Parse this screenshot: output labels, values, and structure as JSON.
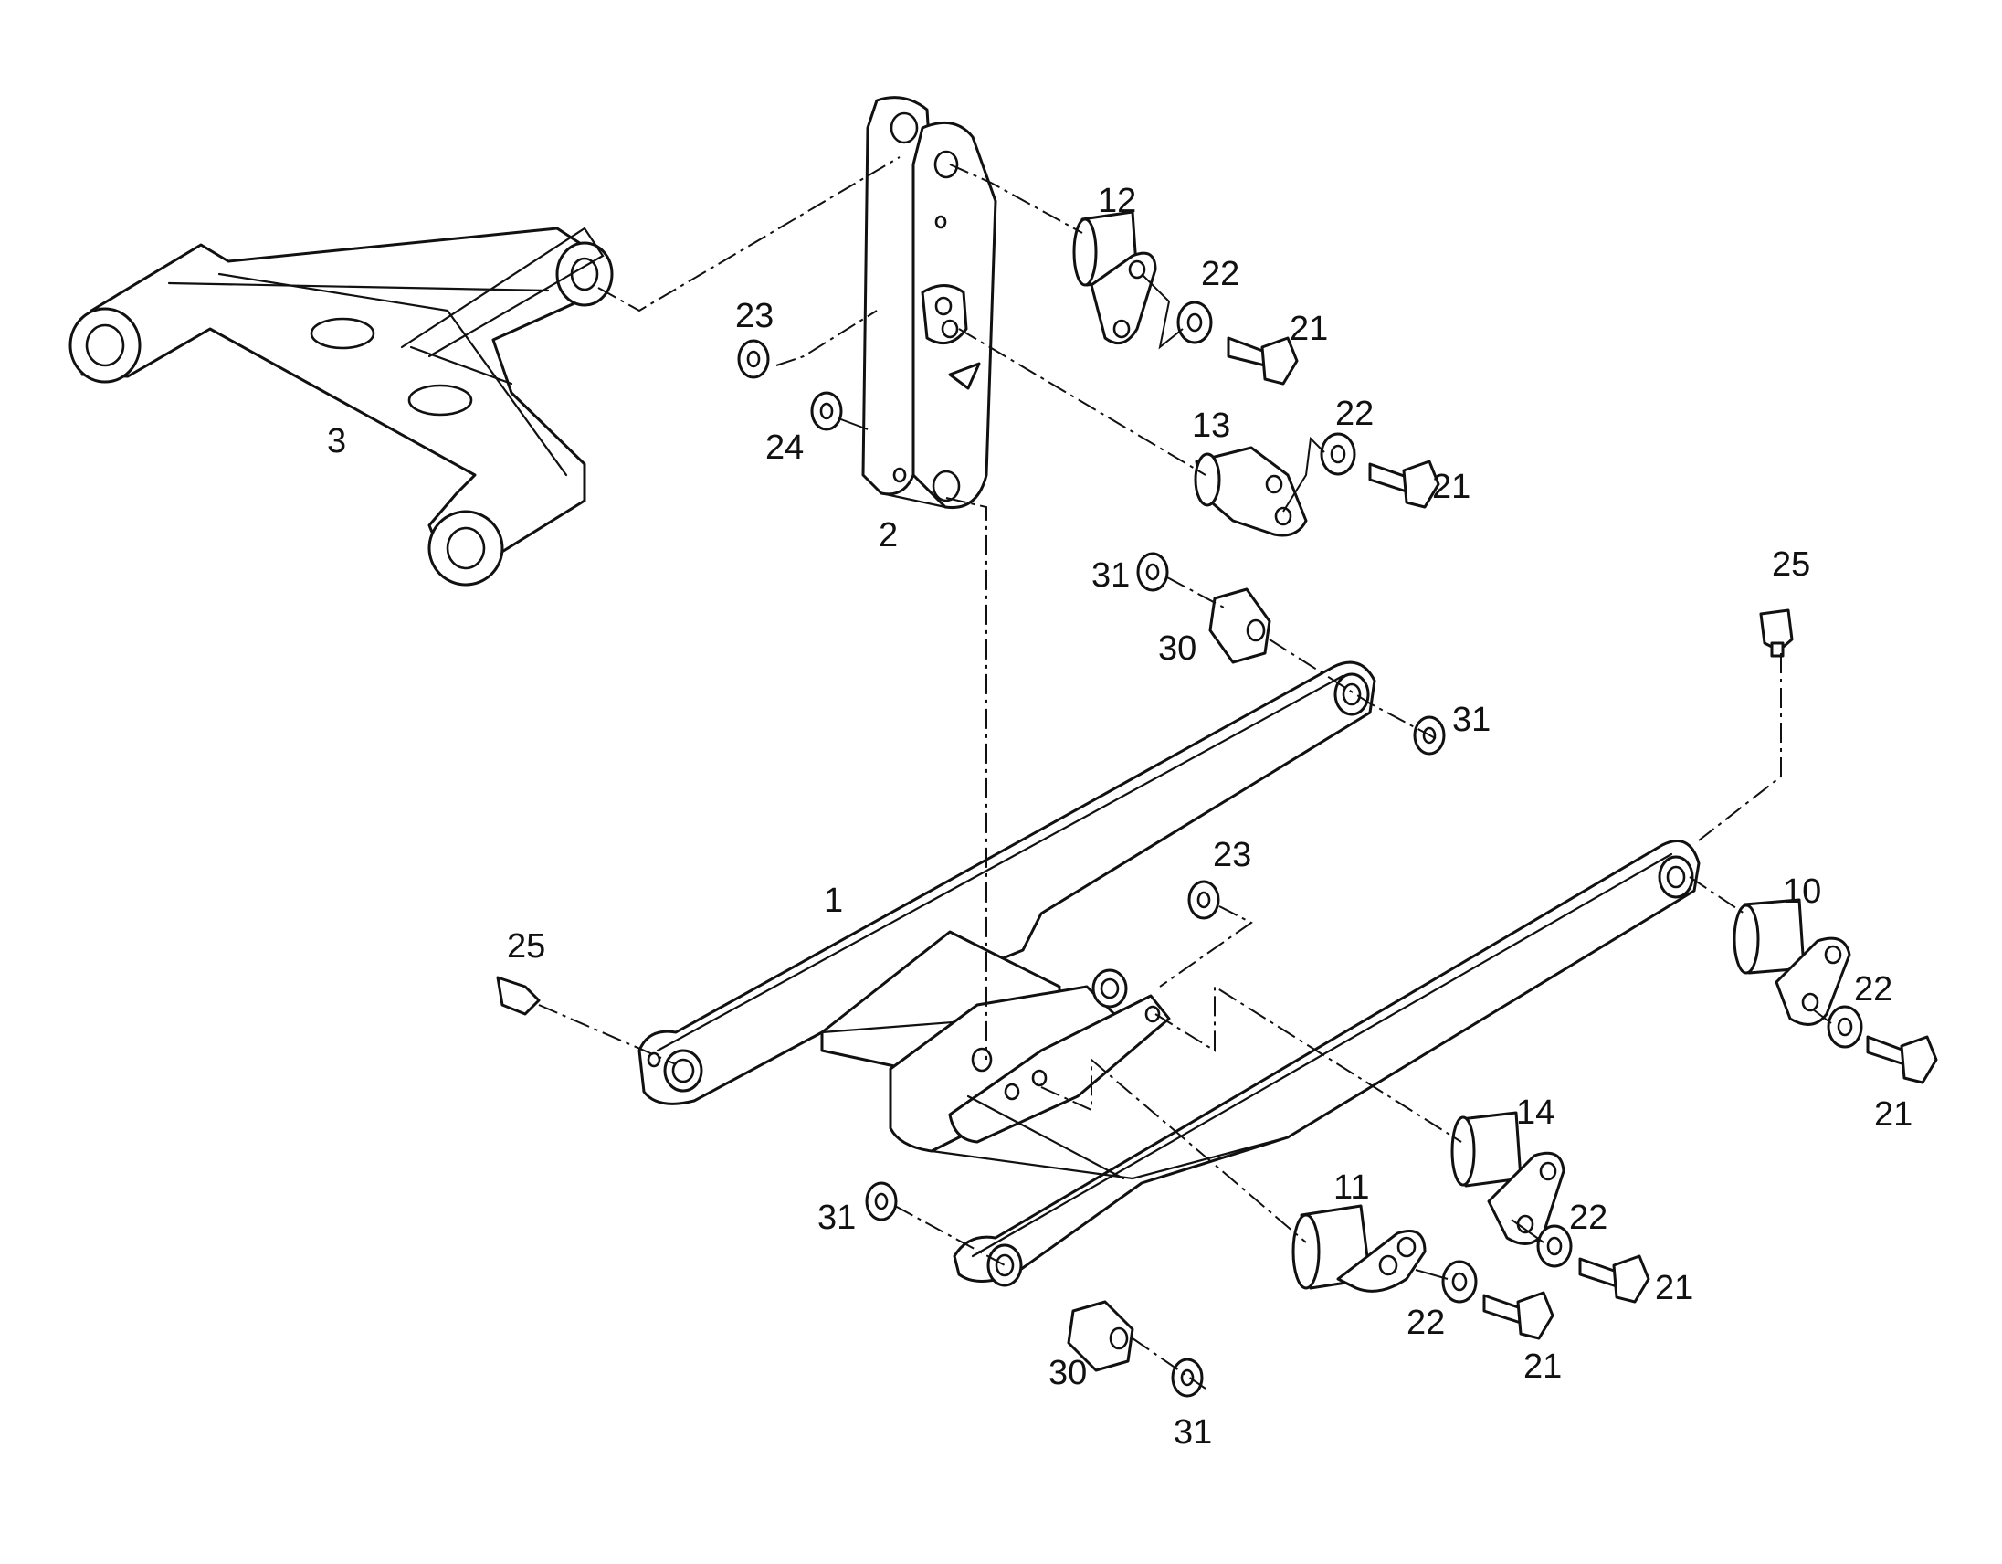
{
  "callouts": [
    {
      "id": "c1",
      "text": "1"
    },
    {
      "id": "c2",
      "text": "2"
    },
    {
      "id": "c3",
      "text": "3"
    },
    {
      "id": "c10",
      "text": "10"
    },
    {
      "id": "c11",
      "text": "11"
    },
    {
      "id": "c12",
      "text": "12"
    },
    {
      "id": "c13",
      "text": "13"
    },
    {
      "id": "c14",
      "text": "14"
    },
    {
      "id": "c21a",
      "text": "21"
    },
    {
      "id": "c21b",
      "text": "21"
    },
    {
      "id": "c21c",
      "text": "21"
    },
    {
      "id": "c21d",
      "text": "21"
    },
    {
      "id": "c21e",
      "text": "21"
    },
    {
      "id": "c22a",
      "text": "22"
    },
    {
      "id": "c22b",
      "text": "22"
    },
    {
      "id": "c22c",
      "text": "22"
    },
    {
      "id": "c22d",
      "text": "22"
    },
    {
      "id": "c22e",
      "text": "22"
    },
    {
      "id": "c23a",
      "text": "23"
    },
    {
      "id": "c23b",
      "text": "23"
    },
    {
      "id": "c24",
      "text": "24"
    },
    {
      "id": "c25a",
      "text": "25"
    },
    {
      "id": "c25b",
      "text": "25"
    },
    {
      "id": "c30a",
      "text": "30"
    },
    {
      "id": "c30b",
      "text": "30"
    },
    {
      "id": "c31a",
      "text": "31"
    },
    {
      "id": "c31b",
      "text": "31"
    },
    {
      "id": "c31c",
      "text": "31"
    },
    {
      "id": "c31d",
      "text": "31"
    }
  ]
}
